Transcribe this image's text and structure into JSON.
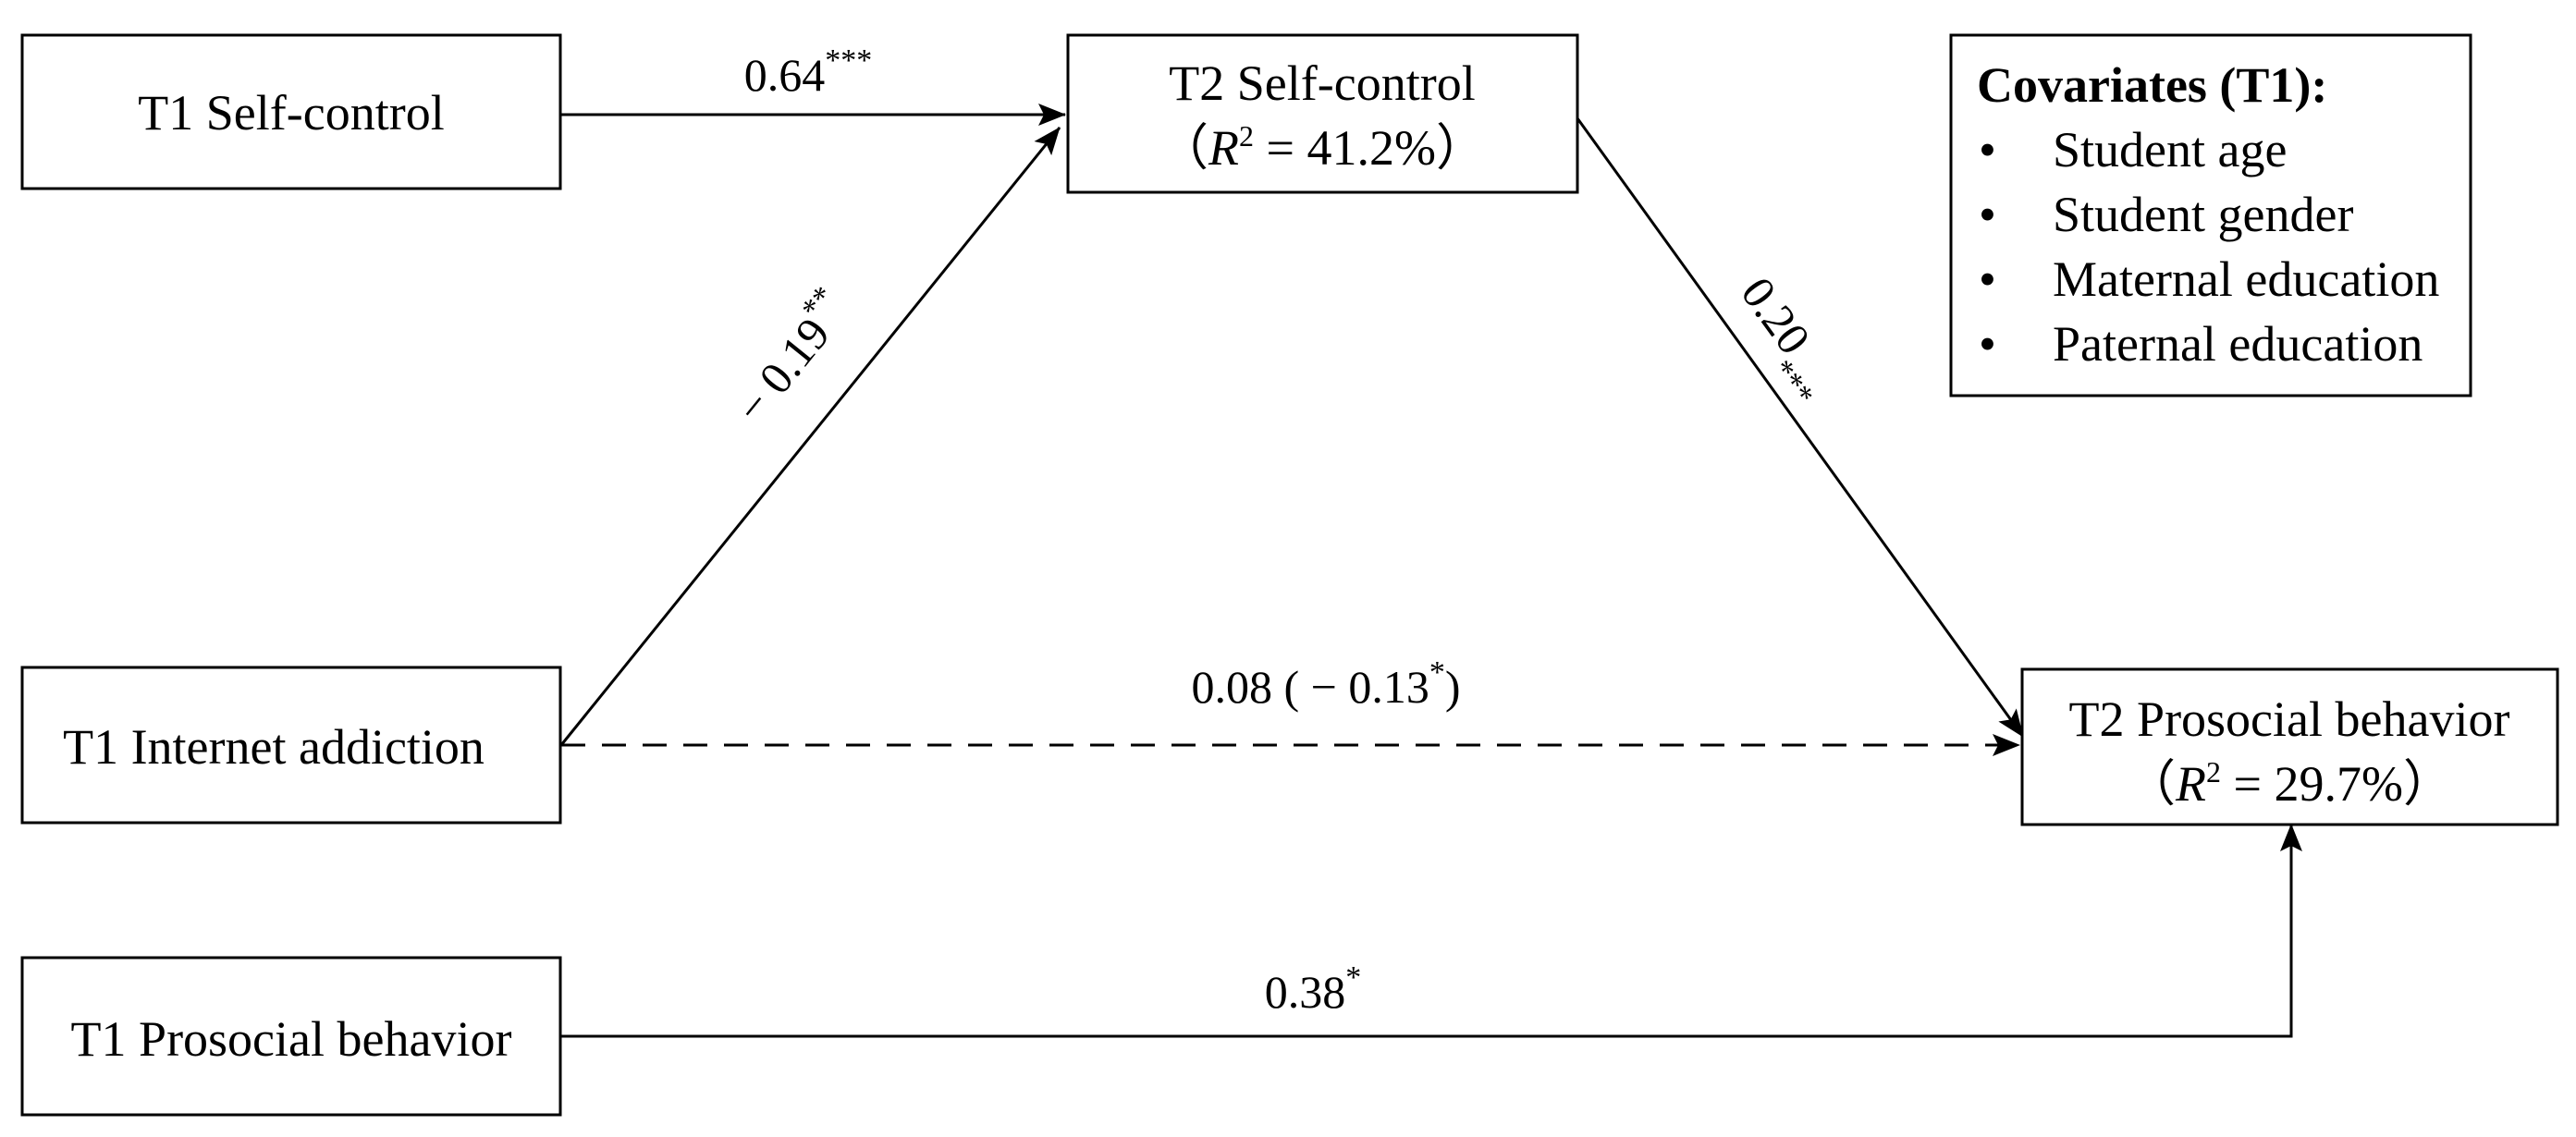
{
  "nodes": {
    "t1_self_control": "T1 Self-control",
    "t1_internet_addiction": "T1 Internet addiction",
    "t1_prosocial": "T1 Prosocial behavior",
    "t2_self_control": {
      "title": "T2 Self-control",
      "r2_open": "（",
      "r2_symbol": "R",
      "r2_sup": "2",
      "r2_value": " = 41.2%",
      "r2_close": "）"
    },
    "t2_prosocial": {
      "title": "T2 Prosocial behavior",
      "r2_open": "（",
      "r2_symbol": "R",
      "r2_sup": "2",
      "r2_value": " = 29.7%",
      "r2_close": "）"
    }
  },
  "paths": {
    "sc_to_sc": {
      "value": "0.64",
      "stars": "***"
    },
    "ia_to_sc": {
      "value": "− 0.19",
      "stars": "**"
    },
    "sc_to_pb": {
      "value": "0.20",
      "stars": "***"
    },
    "ia_to_pb": {
      "value": "0.08 ( − 0.13",
      "stars": "*",
      "close": ")"
    },
    "pb_to_pb": {
      "value": "0.38",
      "stars": "*"
    }
  },
  "covariates": {
    "title": "Covariates (T1):",
    "bullet": "•",
    "items": [
      "Student age",
      "Student gender",
      "Maternal education",
      "Paternal education"
    ]
  }
}
